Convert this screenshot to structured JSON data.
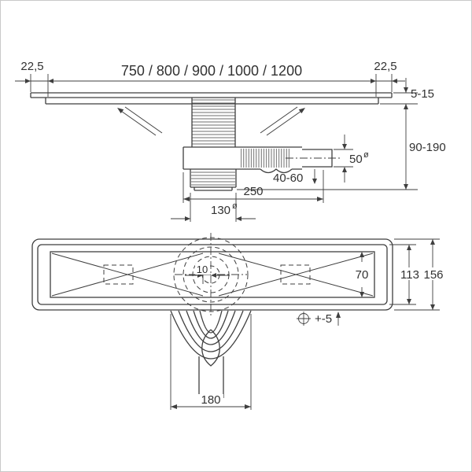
{
  "colors": {
    "line": "#3f3f3f",
    "text": "#323232",
    "background": "#ffffff",
    "frame": "#c9c9c9"
  },
  "dimensions": {
    "left_end_offset": "22,5",
    "right_end_offset": "22,5",
    "channel_lengths": "750 / 800 / 900 / 1000 / 1200",
    "grate_height_range": "5-15",
    "installation_height_range": "90-190",
    "outlet_pipe_diameter": "50",
    "diameter_symbol": "ø",
    "outlet_height_range": "40-60",
    "trap_assembly_length": "250",
    "flange_diameter": "130",
    "drain_center_offset": "10",
    "channel_inner_width": "70",
    "body_width": "113",
    "total_width": "156",
    "position_tolerance": "+-5",
    "funnel_width": "180"
  }
}
